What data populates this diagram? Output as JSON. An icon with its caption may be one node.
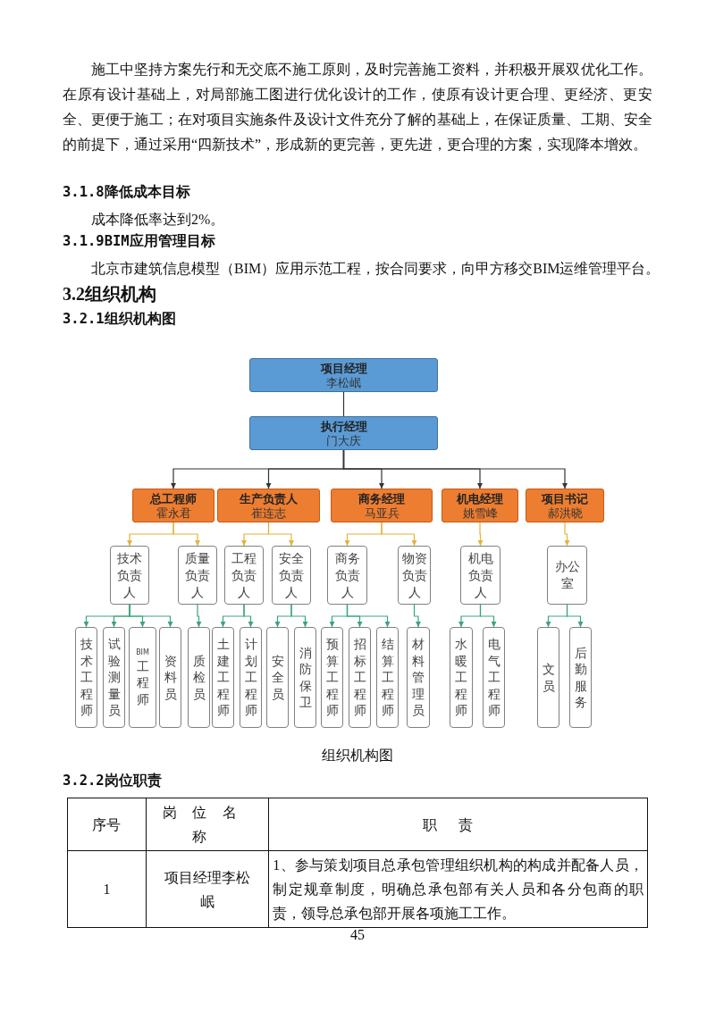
{
  "diagram": {
    "caption": "组织机构图",
    "nodes": [
      {
        "text": [
          "项目经理",
          "李松岷"
        ]
      },
      {
        "text": [
          "执行经理",
          "门大庆"
        ]
      },
      {
        "text": [
          "总工程师",
          "霍永君"
        ]
      },
      {
        "text": [
          "生产负责人",
          "崔连志"
        ]
      },
      {
        "text": [
          "商务经理",
          "马亚兵"
        ]
      },
      {
        "text": [
          "机电经理",
          "姚雪峰"
        ]
      },
      {
        "text": [
          "项目书记",
          "郝洪晓"
        ]
      },
      {
        "text": [
          "技术负责人"
        ]
      },
      {
        "text": [
          "质量负责人"
        ]
      },
      {
        "text": [
          "工程负责人"
        ]
      },
      {
        "text": [
          "安全负责人"
        ]
      },
      {
        "text": [
          "商务负责人"
        ]
      },
      {
        "text": [
          "物资负责人"
        ]
      },
      {
        "text": [
          "机电负责人"
        ]
      },
      {
        "text": [
          "办公室"
        ]
      },
      {
        "text": [
          "技术工程师"
        ]
      },
      {
        "text": [
          "试验测量员"
        ]
      },
      {
        "text": [
          "BIM工程师"
        ]
      },
      {
        "text": [
          "资料员"
        ]
      },
      {
        "text": [
          "质检员"
        ]
      },
      {
        "text": [
          "土建工程师"
        ]
      },
      {
        "text": [
          "计划工程师"
        ]
      },
      {
        "text": [
          "安全员"
        ]
      },
      {
        "text": [
          "消防保卫"
        ]
      },
      {
        "text": [
          "预算工程师"
        ]
      },
      {
        "text": [
          "招标工程师"
        ]
      },
      {
        "text": [
          "结算工程师"
        ]
      },
      {
        "text": [
          "材料管理员"
        ]
      },
      {
        "text": [
          "水暖工程师"
        ]
      },
      {
        "text": [
          "电气工程师"
        ]
      },
      {
        "text": [
          "文员"
        ]
      },
      {
        "text": [
          "后勤服务"
        ]
      }
    ],
    "edges": [
      {
        "from": 0,
        "to": 1,
        "arrow": "to",
        "color": "#333333"
      },
      {
        "from": 1,
        "to": 2,
        "arrow": "to",
        "color": "#333333"
      },
      {
        "from": 1,
        "to": 3,
        "arrow": "to",
        "color": "#333333"
      },
      {
        "from": 1,
        "to": 4,
        "arrow": "to",
        "color": "#333333"
      },
      {
        "from": 1,
        "to": 5,
        "arrow": "to",
        "color": "#333333"
      },
      {
        "from": 1,
        "to": 6,
        "arrow": "to",
        "color": "#333333"
      },
      {
        "from": 2,
        "to": 7,
        "arrow": "to",
        "color": "#e3b23c"
      },
      {
        "from": 2,
        "to": 8,
        "arrow": "to",
        "color": "#e3b23c"
      },
      {
        "from": 3,
        "to": 9,
        "arrow": "to",
        "color": "#e3b23c"
      },
      {
        "from": 3,
        "to": 10,
        "arrow": "to",
        "color": "#e3b23c"
      },
      {
        "from": 4,
        "to": 11,
        "arrow": "to",
        "color": "#e3b23c"
      },
      {
        "from": 4,
        "to": 12,
        "arrow": "to",
        "color": "#e3b23c"
      },
      {
        "from": 5,
        "to": 13,
        "arrow": "to",
        "color": "#e3b23c"
      },
      {
        "from": 6,
        "to": 14,
        "arrow": "to",
        "color": "#e3b23c"
      },
      {
        "from": 7,
        "to": 15,
        "arrow": "to"
      },
      {
        "from": 7,
        "to": 16,
        "arrow": "to"
      },
      {
        "from": 7,
        "to": 17,
        "arrow": "to"
      },
      {
        "from": 7,
        "to": 18,
        "arrow": "to"
      },
      {
        "from": 8,
        "to": 19,
        "arrow": "to"
      },
      {
        "from": 9,
        "to": 20,
        "arrow": "to"
      },
      {
        "from": 9,
        "to": 21,
        "arrow": "to"
      },
      {
        "from": 10,
        "to": 22,
        "arrow": "to"
      },
      {
        "from": 10,
        "to": 23,
        "arrow": "to"
      },
      {
        "from": 11,
        "to": 24,
        "arrow": "to"
      },
      {
        "from": 11,
        "to": 25,
        "arrow": "to"
      },
      {
        "from": 11,
        "to": 26,
        "arrow": "to"
      },
      {
        "from": 12,
        "to": 27,
        "arrow": "to"
      },
      {
        "from": 13,
        "to": 28,
        "arrow": "to"
      },
      {
        "from": 13,
        "to": 29,
        "arrow": "to"
      },
      {
        "from": 14,
        "to": 30,
        "arrow": "to"
      },
      {
        "from": 14,
        "to": 31,
        "arrow": "to"
      }
    ],
    "labels": [
      "施工中坚持方案先行和无交底不施工原则，及时完善施工资料，并积极开展双优化工作。在原有设计基础上，对局部施工图进行优化设计的工作，使原有设计更合理、更经济、更安全、更便于施工；在对项目实施条件及设计文件充分了解的基础上，在保证质量、工期、安全的前提下，通过采用“四新技术”，形成新的更完善，更先进，更合理的方案，实现降本增效。",
      "3.1.8降低成本目标",
      "成本降低率达到2%。",
      "3.1.9BIM应用管理目标",
      "北京市建筑信息模型（BIM）应用示范工程，按合同要求，向甲方移交BIM运维管理平台。",
      "3.2组织机构",
      "3.2.1组织机构图",
      "3.2.2岗位职责",
      "序号",
      "岗位名称",
      "职责",
      "1",
      "项目经理李松岷",
      "1、参与策划项目总承包管理组织机构的构成并配备人员，制定规章制度，明确总承包部有关人员和各分包商的职责，领导总承包部开展各项施工工作。",
      "45"
    ]
  }
}
